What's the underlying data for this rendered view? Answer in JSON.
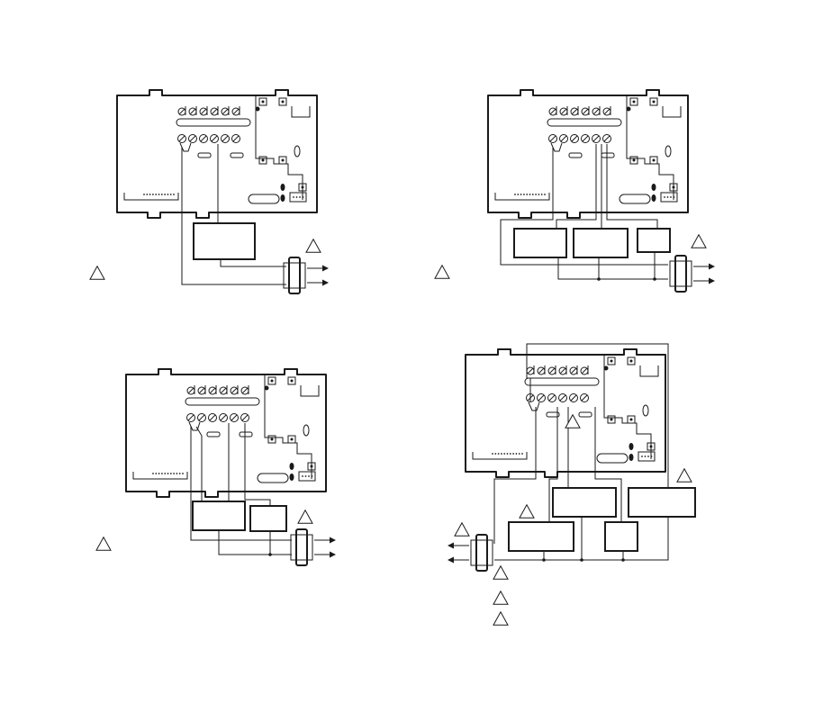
{
  "diagram": {
    "panels": [
      {
        "id": "top-left",
        "loads": 1,
        "callouts": 2
      },
      {
        "id": "top-right",
        "loads": 3,
        "callouts": 2
      },
      {
        "id": "bottom-left",
        "loads": 2,
        "callouts": 2
      },
      {
        "id": "bottom-right",
        "loads": 4,
        "callouts": 7
      }
    ],
    "colors": {
      "line": "#1a1a1a",
      "background": "#ffffff"
    }
  }
}
